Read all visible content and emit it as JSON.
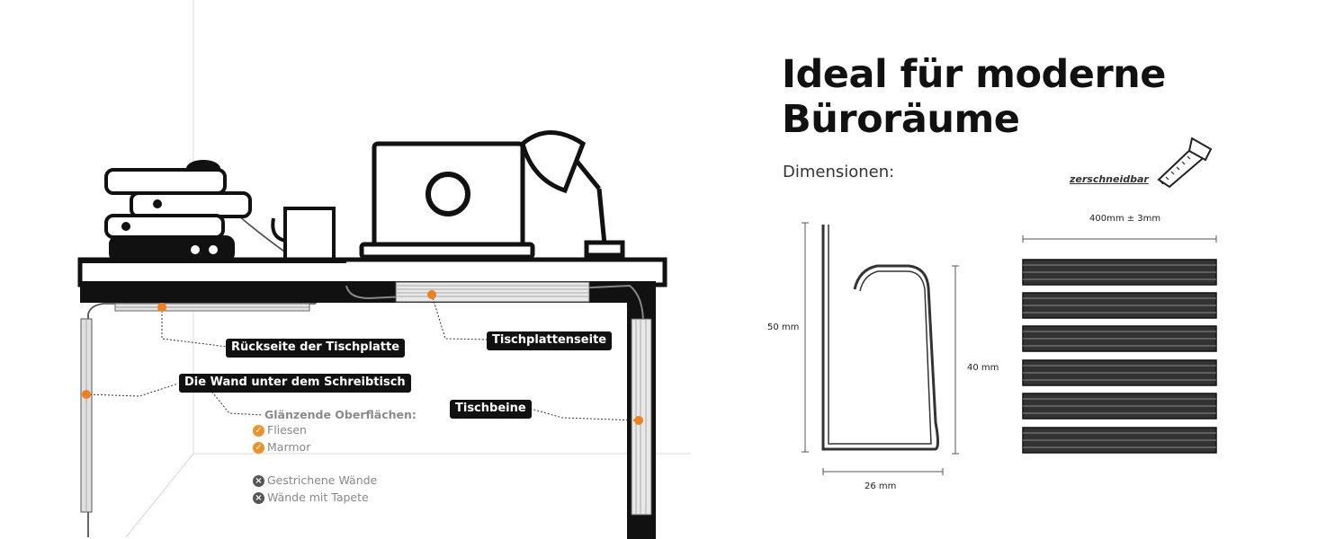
{
  "headline": {
    "line1": "Ideal für moderne",
    "line2": "Büroräume"
  },
  "dimensions_label": "Dimensionen:",
  "cuttable_label": "zerschneidbar",
  "labels": {
    "desk_back": "Rückseite der Tischplatte",
    "desk_side": "Tischplattenseite",
    "wall_under_desk": "Die Wand unter dem Schreibtisch",
    "desk_legs": "Tischbeine"
  },
  "surfaces": {
    "title": "Glänzende Oberflächen:",
    "suitable": [
      "Fliesen",
      "Marmor"
    ],
    "unsuitable": [
      "Gestrichene Wände",
      "Wände mit Tapete"
    ]
  },
  "measurements": {
    "height_inner": "50 mm",
    "height_outer": "40 mm",
    "width": "26 mm",
    "length": "400mm ± 3mm"
  },
  "colors": {
    "accent": "#f07f1e",
    "dark": "#111111",
    "muted": "#888888"
  },
  "icons": [
    "saw-icon",
    "check-icon",
    "cross-icon"
  ]
}
